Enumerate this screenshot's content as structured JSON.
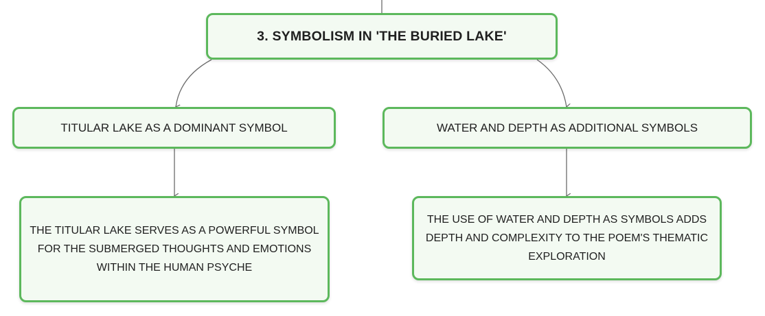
{
  "diagram": {
    "root": {
      "label": "3. SYMBOLISM IN 'THE BURIED LAKE'"
    },
    "branches": [
      {
        "label": "TITULAR LAKE AS A DOMINANT SYMBOL",
        "child": {
          "label": "THE TITULAR LAKE SERVES AS A POWERFUL SYMBOL FOR THE SUBMERGED THOUGHTS AND EMOTIONS WITHIN THE HUMAN PSYCHE"
        }
      },
      {
        "label": "WATER AND DEPTH AS ADDITIONAL SYMBOLS",
        "child": {
          "label": "THE USE OF WATER AND DEPTH AS SYMBOLS ADDS DEPTH AND COMPLEXITY TO THE POEM'S THEMATIC EXPLORATION"
        }
      }
    ],
    "colors": {
      "node_border": "#5cb85c",
      "node_fill": "#f3faf2",
      "connector": "#6b6b6b",
      "text": "#1f1f1f"
    }
  }
}
